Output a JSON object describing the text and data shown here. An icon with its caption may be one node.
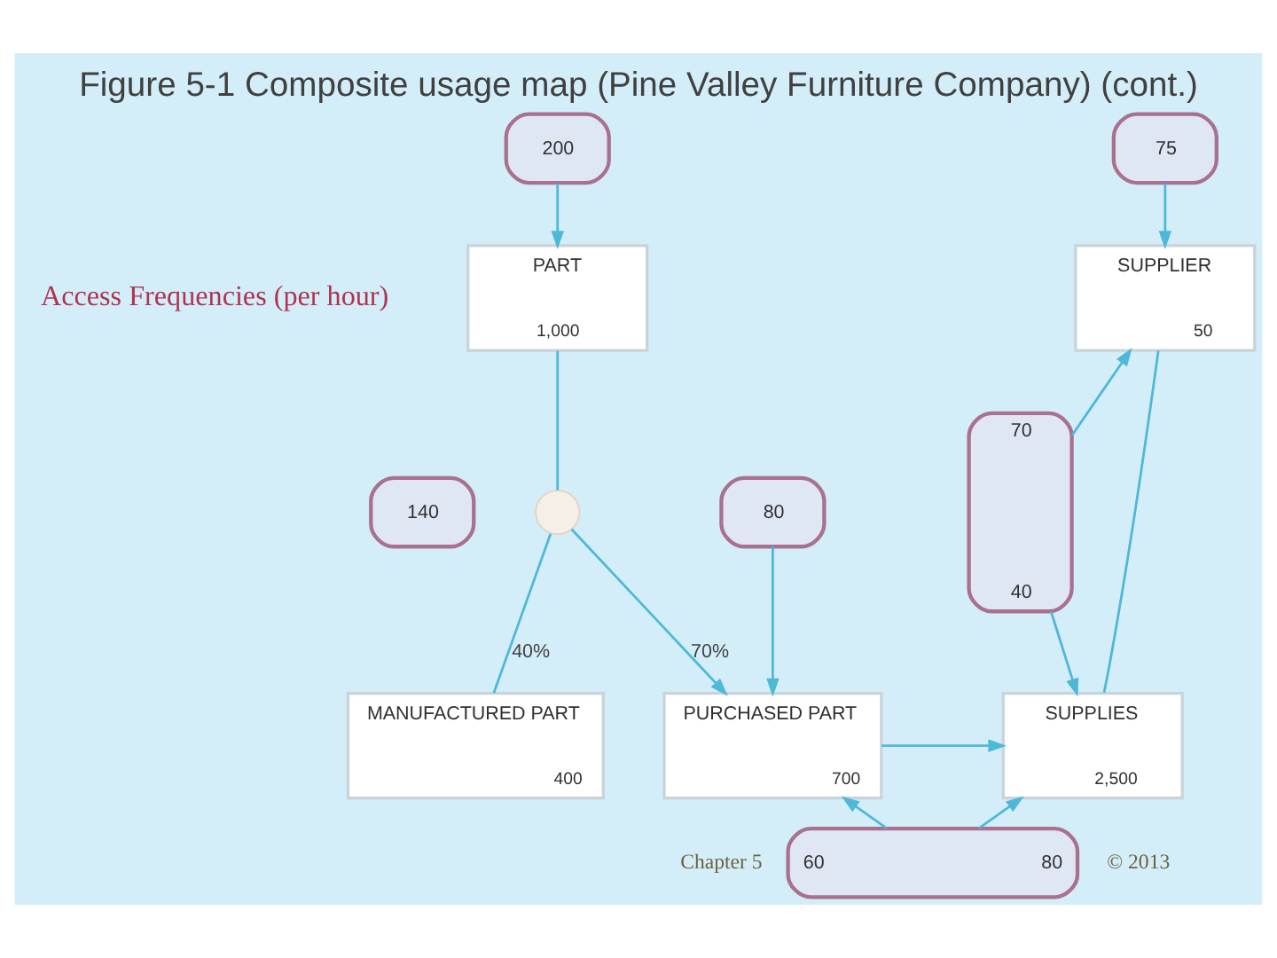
{
  "diagram": {
    "title": "Figure 5-1 Composite usage map (Pine Valley Furniture Company) (cont.)",
    "nodes": [
      {
        "text": [
          "200"
        ]
      },
      {
        "text": [
          "75"
        ]
      },
      {
        "text": [
          "PART",
          "1,000"
        ]
      },
      {
        "text": [
          "SUPPLIER",
          "50"
        ]
      },
      {
        "text": [
          "70",
          "40"
        ]
      },
      {
        "text": [],
        "shape": "circle"
      },
      {
        "text": [
          "80"
        ]
      },
      {
        "text": [
          "140"
        ]
      },
      {
        "text": [
          "MANUFACTURED PART",
          "400"
        ]
      },
      {
        "text": [
          "PURCHASED PART",
          "700"
        ]
      },
      {
        "text": [
          "SUPPLIES",
          "2,500"
        ]
      },
      {
        "text": [
          "60",
          "80"
        ]
      }
    ],
    "edges": [
      {
        "from": 0,
        "to": 2,
        "arrow": "to"
      },
      {
        "from": 1,
        "to": 3,
        "arrow": "to"
      },
      {
        "from": 2,
        "to": 5,
        "arrow": "none"
      },
      {
        "from": 5,
        "to": 8,
        "arrow": "none",
        "label": "40%"
      },
      {
        "from": 5,
        "to": 9,
        "arrow": "to",
        "label": "70%"
      },
      {
        "from": 3,
        "to": 10,
        "arrow": "none"
      },
      {
        "from": 4,
        "to": 3,
        "arrow": "to"
      },
      {
        "from": 4,
        "to": 10,
        "arrow": "to"
      },
      {
        "from": 6,
        "to": 9,
        "arrow": "to"
      },
      {
        "from": 9,
        "to": 10,
        "arrow": "to"
      },
      {
        "from": 11,
        "to": 9,
        "arrow": "to"
      },
      {
        "from": 11,
        "to": 10,
        "arrow": "to"
      }
    ],
    "labels": [
      "Access Frequencies (per hour)",
      "Chapter 5",
      "© 2013"
    ]
  }
}
